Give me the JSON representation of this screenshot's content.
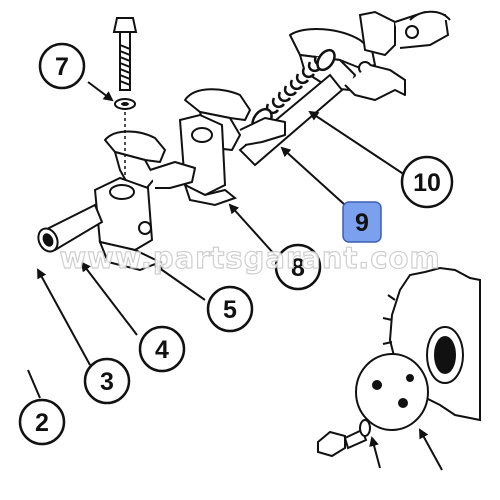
{
  "diagram": {
    "callouts": [
      {
        "id": "callout-7",
        "label": "7"
      },
      {
        "id": "callout-10",
        "label": "10"
      },
      {
        "id": "callout-9",
        "label": "9",
        "highlighted": true
      },
      {
        "id": "callout-8",
        "label": "8"
      },
      {
        "id": "callout-5",
        "label": "5"
      },
      {
        "id": "callout-4",
        "label": "4"
      },
      {
        "id": "callout-3",
        "label": "3"
      },
      {
        "id": "callout-2",
        "label": "2"
      }
    ],
    "highlight_color": "#7ba0ee",
    "line_color": "#111111"
  },
  "watermark": {
    "text": "www.partsgarant.com"
  }
}
